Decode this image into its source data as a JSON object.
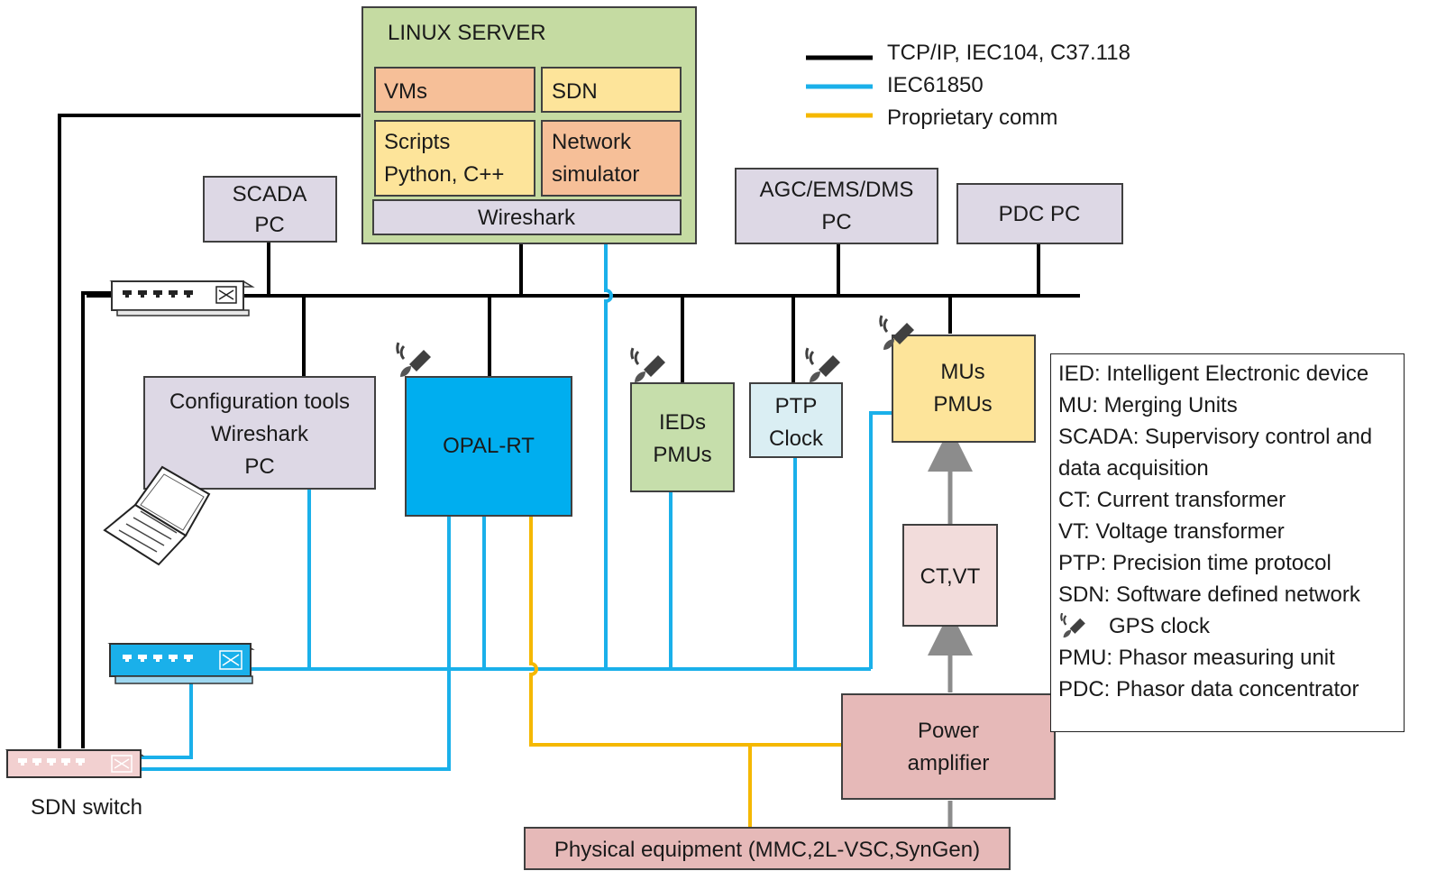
{
  "legend": {
    "items": [
      {
        "label": "TCP/IP, IEC104, C37.118",
        "color": "#000000"
      },
      {
        "label": "IEC61850",
        "color": "#1ab0ea"
      },
      {
        "label": "Proprietary comm",
        "color": "#f5b800"
      }
    ]
  },
  "colors": {
    "tcp": "#000000",
    "iec61850": "#1ab0ea",
    "proprietary": "#f5b800",
    "server_bg": "#c5dba2",
    "orange_box": "#f6bf98",
    "yellow_box": "#fde49a",
    "lavender_box": "#ddd8e5",
    "opal_blue": "#00aeef",
    "ied_green": "#c6deab",
    "ptp_blue": "#daeef3",
    "ctvt_pink": "#f2dcdb",
    "amp_pink": "#e6b9b8"
  },
  "nodes": {
    "server_title": "LINUX SERVER",
    "vms": "VMs",
    "sdn": "SDN",
    "scripts_line1": "Scripts",
    "scripts_line2": "Python, C++",
    "netsim_line1": "Network",
    "netsim_line2": "simulator",
    "wireshark": "Wireshark",
    "scada_line1": "SCADA",
    "scada_line2": "PC",
    "agc_line1": "AGC/EMS/DMS",
    "agc_line2": "PC",
    "pdc": "PDC PC",
    "config_line1": "Configuration tools",
    "config_line2": "Wireshark",
    "config_line3": "PC",
    "opal": "OPAL-RT",
    "ieds_line1": "IEDs",
    "ieds_line2": "PMUs",
    "ptp_line1": "PTP",
    "ptp_line2": "Clock",
    "mus_line1": "MUs",
    "mus_line2": "PMUs",
    "ctvt": "CT,VT",
    "amp_line1": "Power",
    "amp_line2": "amplifier",
    "physical": "Physical equipment (MMC,2L-VSC,SynGen)",
    "sdn_switch": "SDN switch"
  },
  "key": {
    "items": [
      "IED: Intelligent Electronic device",
      "MU: Merging Units",
      "SCADA: Supervisory control and",
      "data acquisition",
      "CT: Current transformer",
      "VT: Voltage transformer",
      "PTP: Precision time protocol",
      "SDN: Software defined network"
    ],
    "gps": "GPS clock",
    "items_after": [
      "PMU: Phasor measuring unit",
      "PDC: Phasor data concentrator"
    ]
  }
}
